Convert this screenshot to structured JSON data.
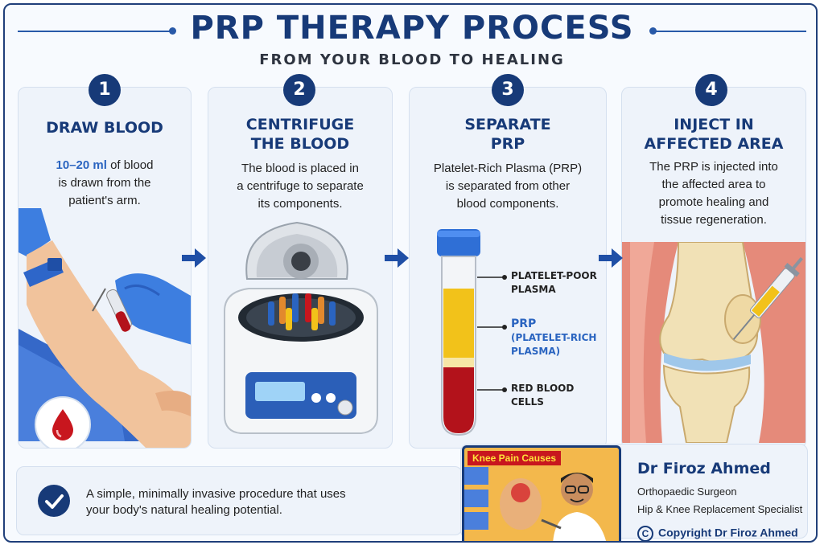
{
  "header": {
    "title": "PRP THERAPY PROCESS",
    "subtitle": "FROM YOUR BLOOD TO HEALING"
  },
  "steps": [
    {
      "number": "1",
      "title_lines": [
        "DRAW BLOOD"
      ],
      "desc_amount": "10–20 ml",
      "desc_rest": " of blood",
      "desc_lines": [
        "is drawn from the",
        "patient's arm."
      ],
      "icon": "blood-drop-icon"
    },
    {
      "number": "2",
      "title_lines": [
        "CENTRIFUGE",
        "THE BLOOD"
      ],
      "desc_lines": [
        "The blood is placed in",
        "a centrifuge to separate",
        "its components."
      ],
      "icon": "centrifuge-icon"
    },
    {
      "number": "3",
      "title_lines": [
        "SEPARATE",
        "PRP"
      ],
      "desc_lines": [
        "Platelet-Rich Plasma (PRP)",
        "is separated from other",
        "blood components."
      ],
      "tube_labels": {
        "ppp": [
          "PLATELET-POOR",
          "PLASMA"
        ],
        "prp_head": "PRP",
        "prp": [
          "(PLATELET-RICH",
          "PLASMA)"
        ],
        "rbc": [
          "RED BLOOD",
          "CELLS"
        ]
      },
      "icon": "test-tube-icon"
    },
    {
      "number": "4",
      "title_lines": [
        "INJECT IN",
        "AFFECTED AREA"
      ],
      "desc_lines": [
        "The PRP is injected into",
        "the affected area to",
        "promote healing and",
        "tissue regeneration."
      ],
      "icon": "knee-joint-icon"
    }
  ],
  "footer": {
    "text_lines": [
      "A simple, minimally invasive procedure that uses",
      "your body's natural healing potential."
    ]
  },
  "doctor": {
    "thumb_title": "Knee Pain Causes",
    "name": "Dr Firoz Ahmed",
    "role": "Orthopaedic Surgeon",
    "specialty": "Hip & Knee Replacement Specialist",
    "copyright": "Copyright Dr Firoz Ahmed"
  },
  "colors": {
    "navy": "#173a78",
    "accent_blue": "#2a64c0",
    "blood_red": "#b3121b",
    "plasma_yellow": "#f2c21a",
    "glove_blue": "#3d7ee0"
  }
}
